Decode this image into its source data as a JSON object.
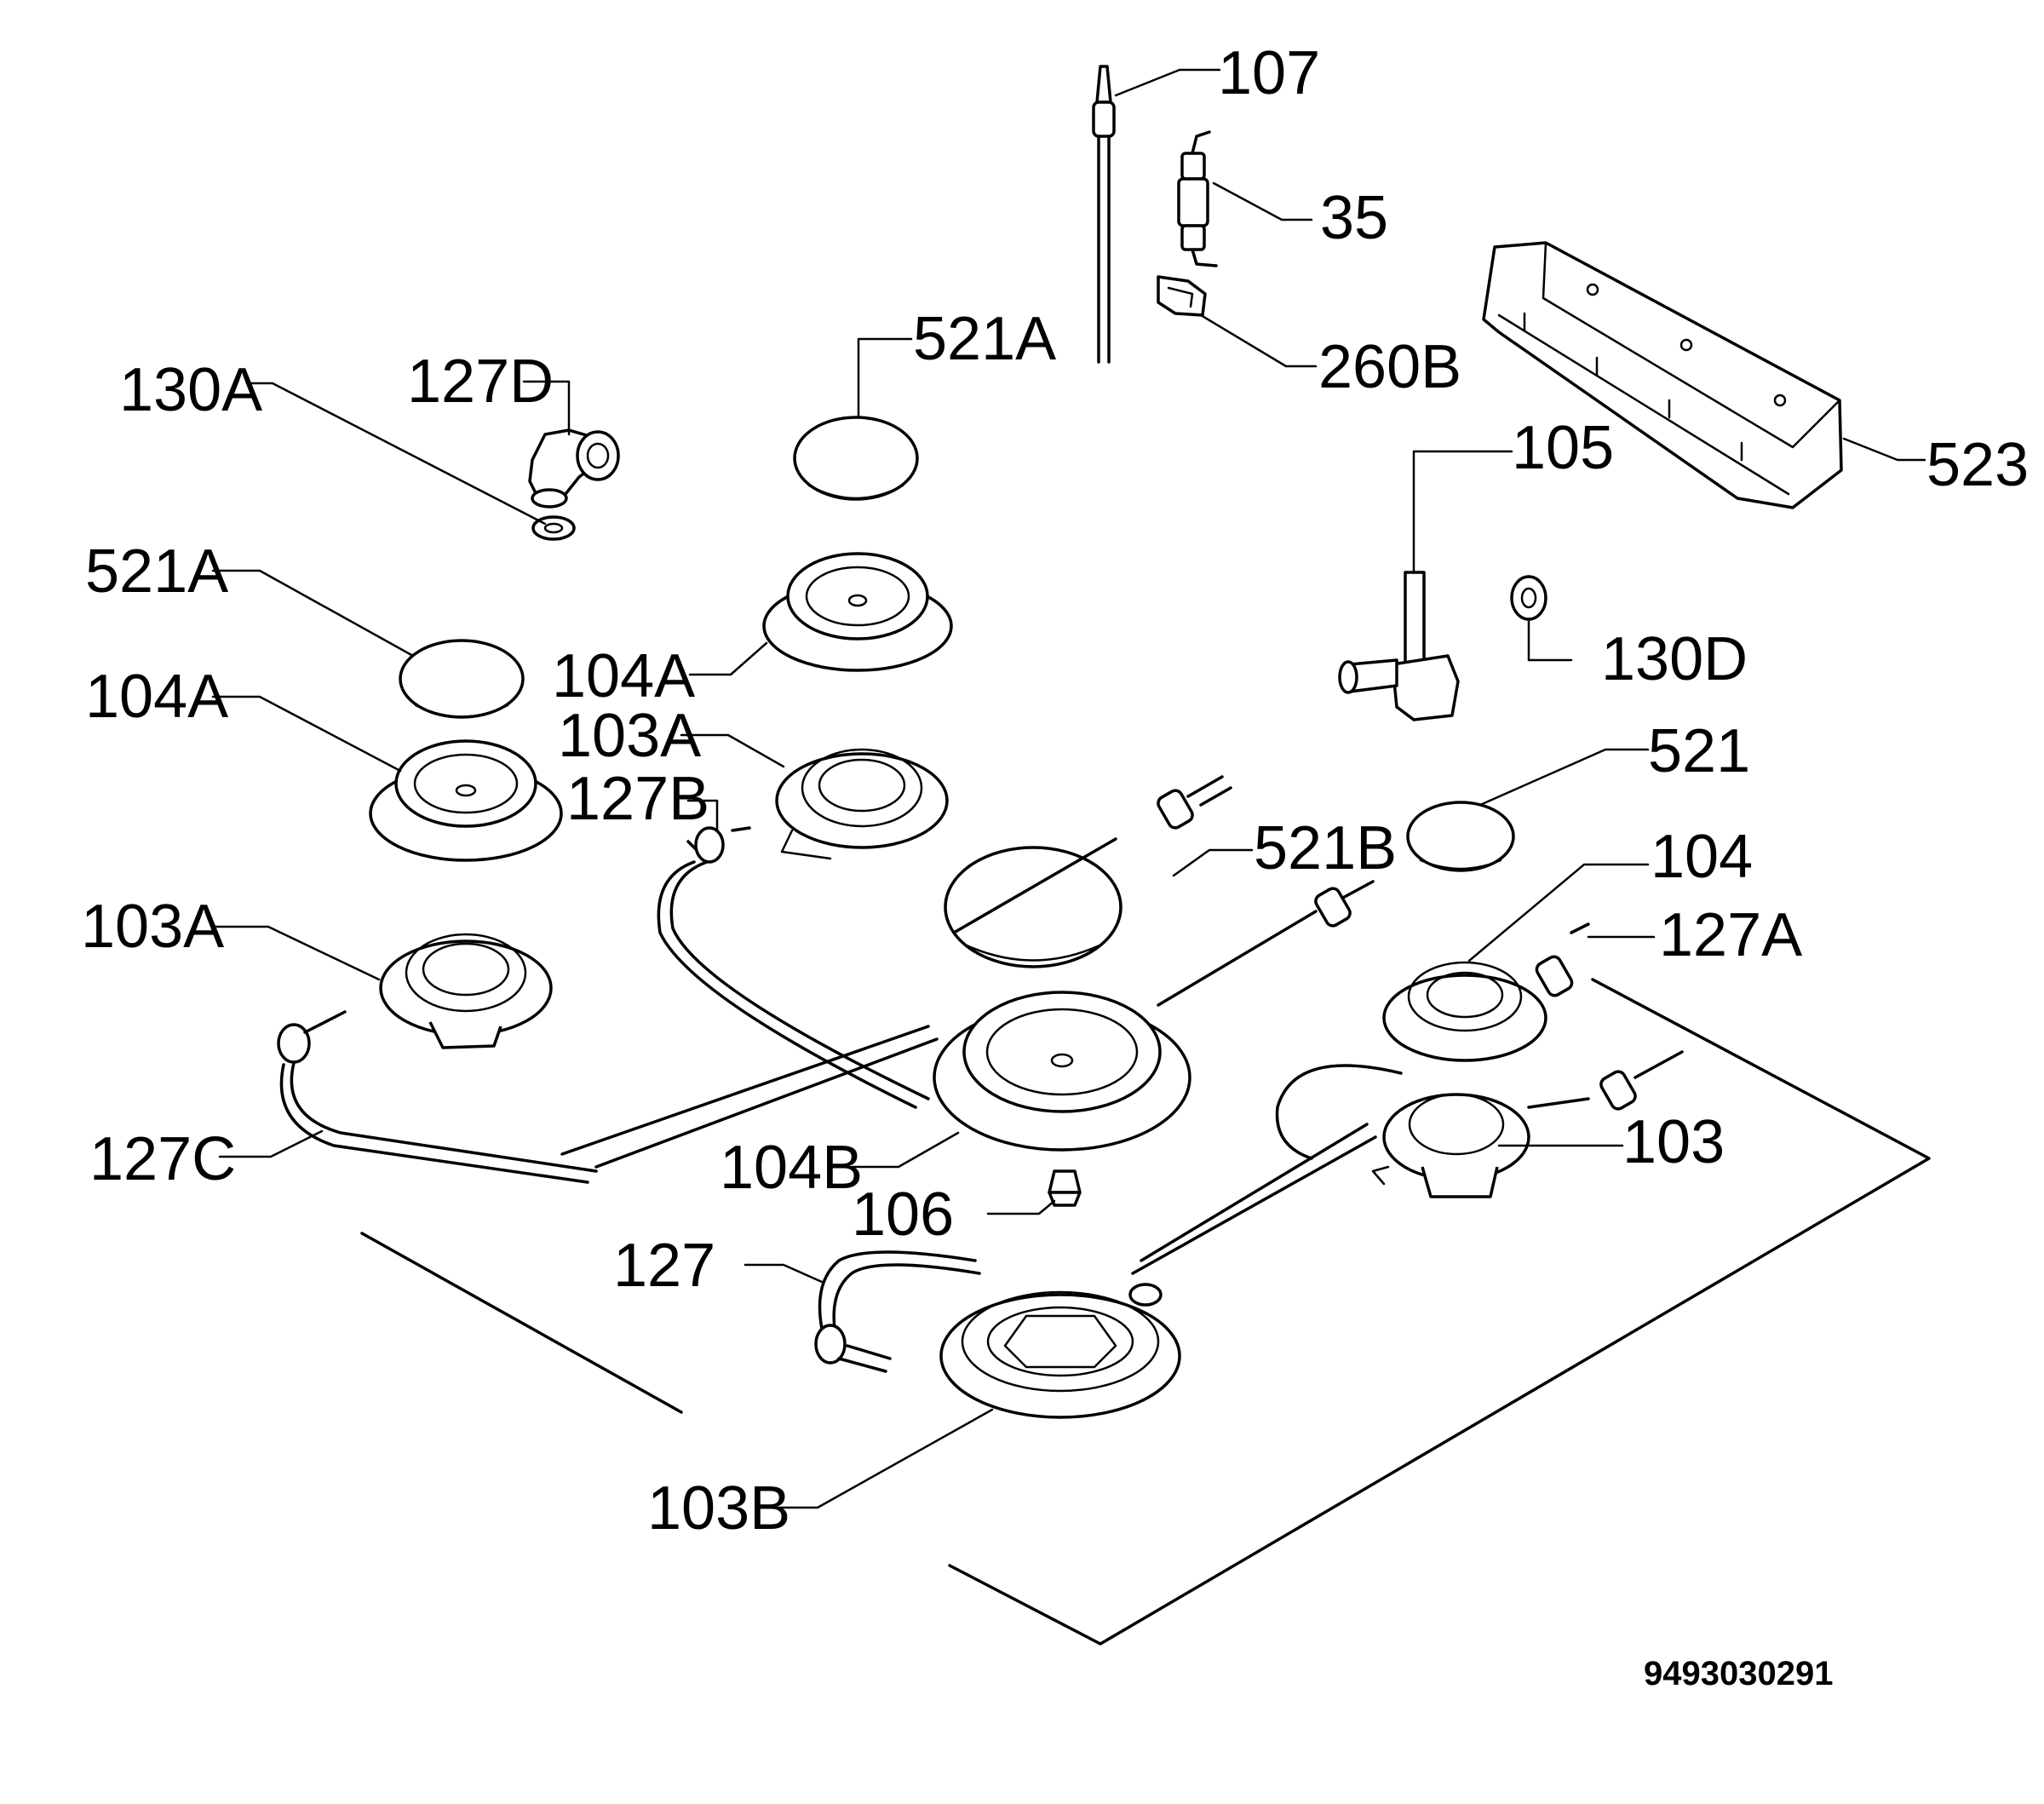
{
  "labels": {
    "l107": "107",
    "l35": "35",
    "l260B": "260B",
    "l523": "523",
    "l521A_top": "521A",
    "l130A": "130A",
    "l127D": "127D",
    "l105": "105",
    "l521A_left": "521A",
    "l104A_mid": "104A",
    "l130D": "130D",
    "l104A_left": "104A",
    "l103A_mid": "103A",
    "l127B": "127B",
    "l521": "521",
    "l521B": "521B",
    "l104": "104",
    "l103A_left": "103A",
    "l127A": "127A",
    "l103": "103",
    "l127C": "127C",
    "l104B": "104B",
    "l106": "106",
    "l127": "127",
    "l103B": "103B"
  },
  "drawing_code": "9493030291",
  "colors": {
    "ink": "#000000",
    "paper": "#ffffff"
  }
}
